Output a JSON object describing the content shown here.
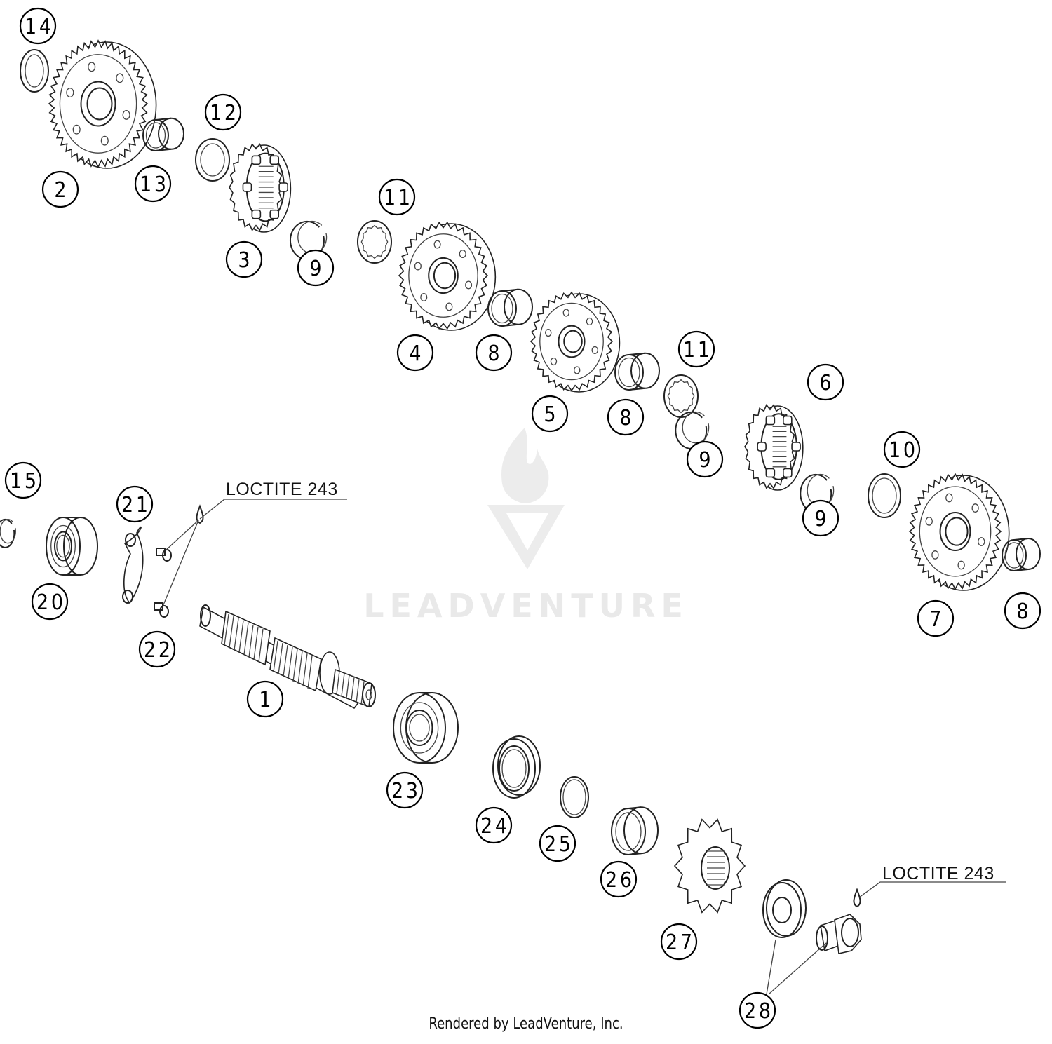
{
  "callouts": [
    {
      "n": "1"
    },
    {
      "n": "2"
    },
    {
      "n": "3"
    },
    {
      "n": "4"
    },
    {
      "n": "5"
    },
    {
      "n": "6"
    },
    {
      "n": "7"
    },
    {
      "n": "8"
    },
    {
      "n": "8"
    },
    {
      "n": "8"
    },
    {
      "n": "9"
    },
    {
      "n": "9"
    },
    {
      "n": "9"
    },
    {
      "n": "10"
    },
    {
      "n": "11"
    },
    {
      "n": "11"
    },
    {
      "n": "12"
    },
    {
      "n": "13"
    },
    {
      "n": "14"
    },
    {
      "n": "15"
    },
    {
      "n": "20"
    },
    {
      "n": "21"
    },
    {
      "n": "22"
    },
    {
      "n": "23"
    },
    {
      "n": "24"
    },
    {
      "n": "25"
    },
    {
      "n": "26"
    },
    {
      "n": "27"
    },
    {
      "n": "28"
    }
  ],
  "notes": {
    "loctite_1": "LOCTITE 243",
    "loctite_2": "LOCTITE 243"
  },
  "watermark": {
    "text": "LEADVENTURE"
  },
  "footer": {
    "text": "Rendered by LeadVenture, Inc."
  }
}
